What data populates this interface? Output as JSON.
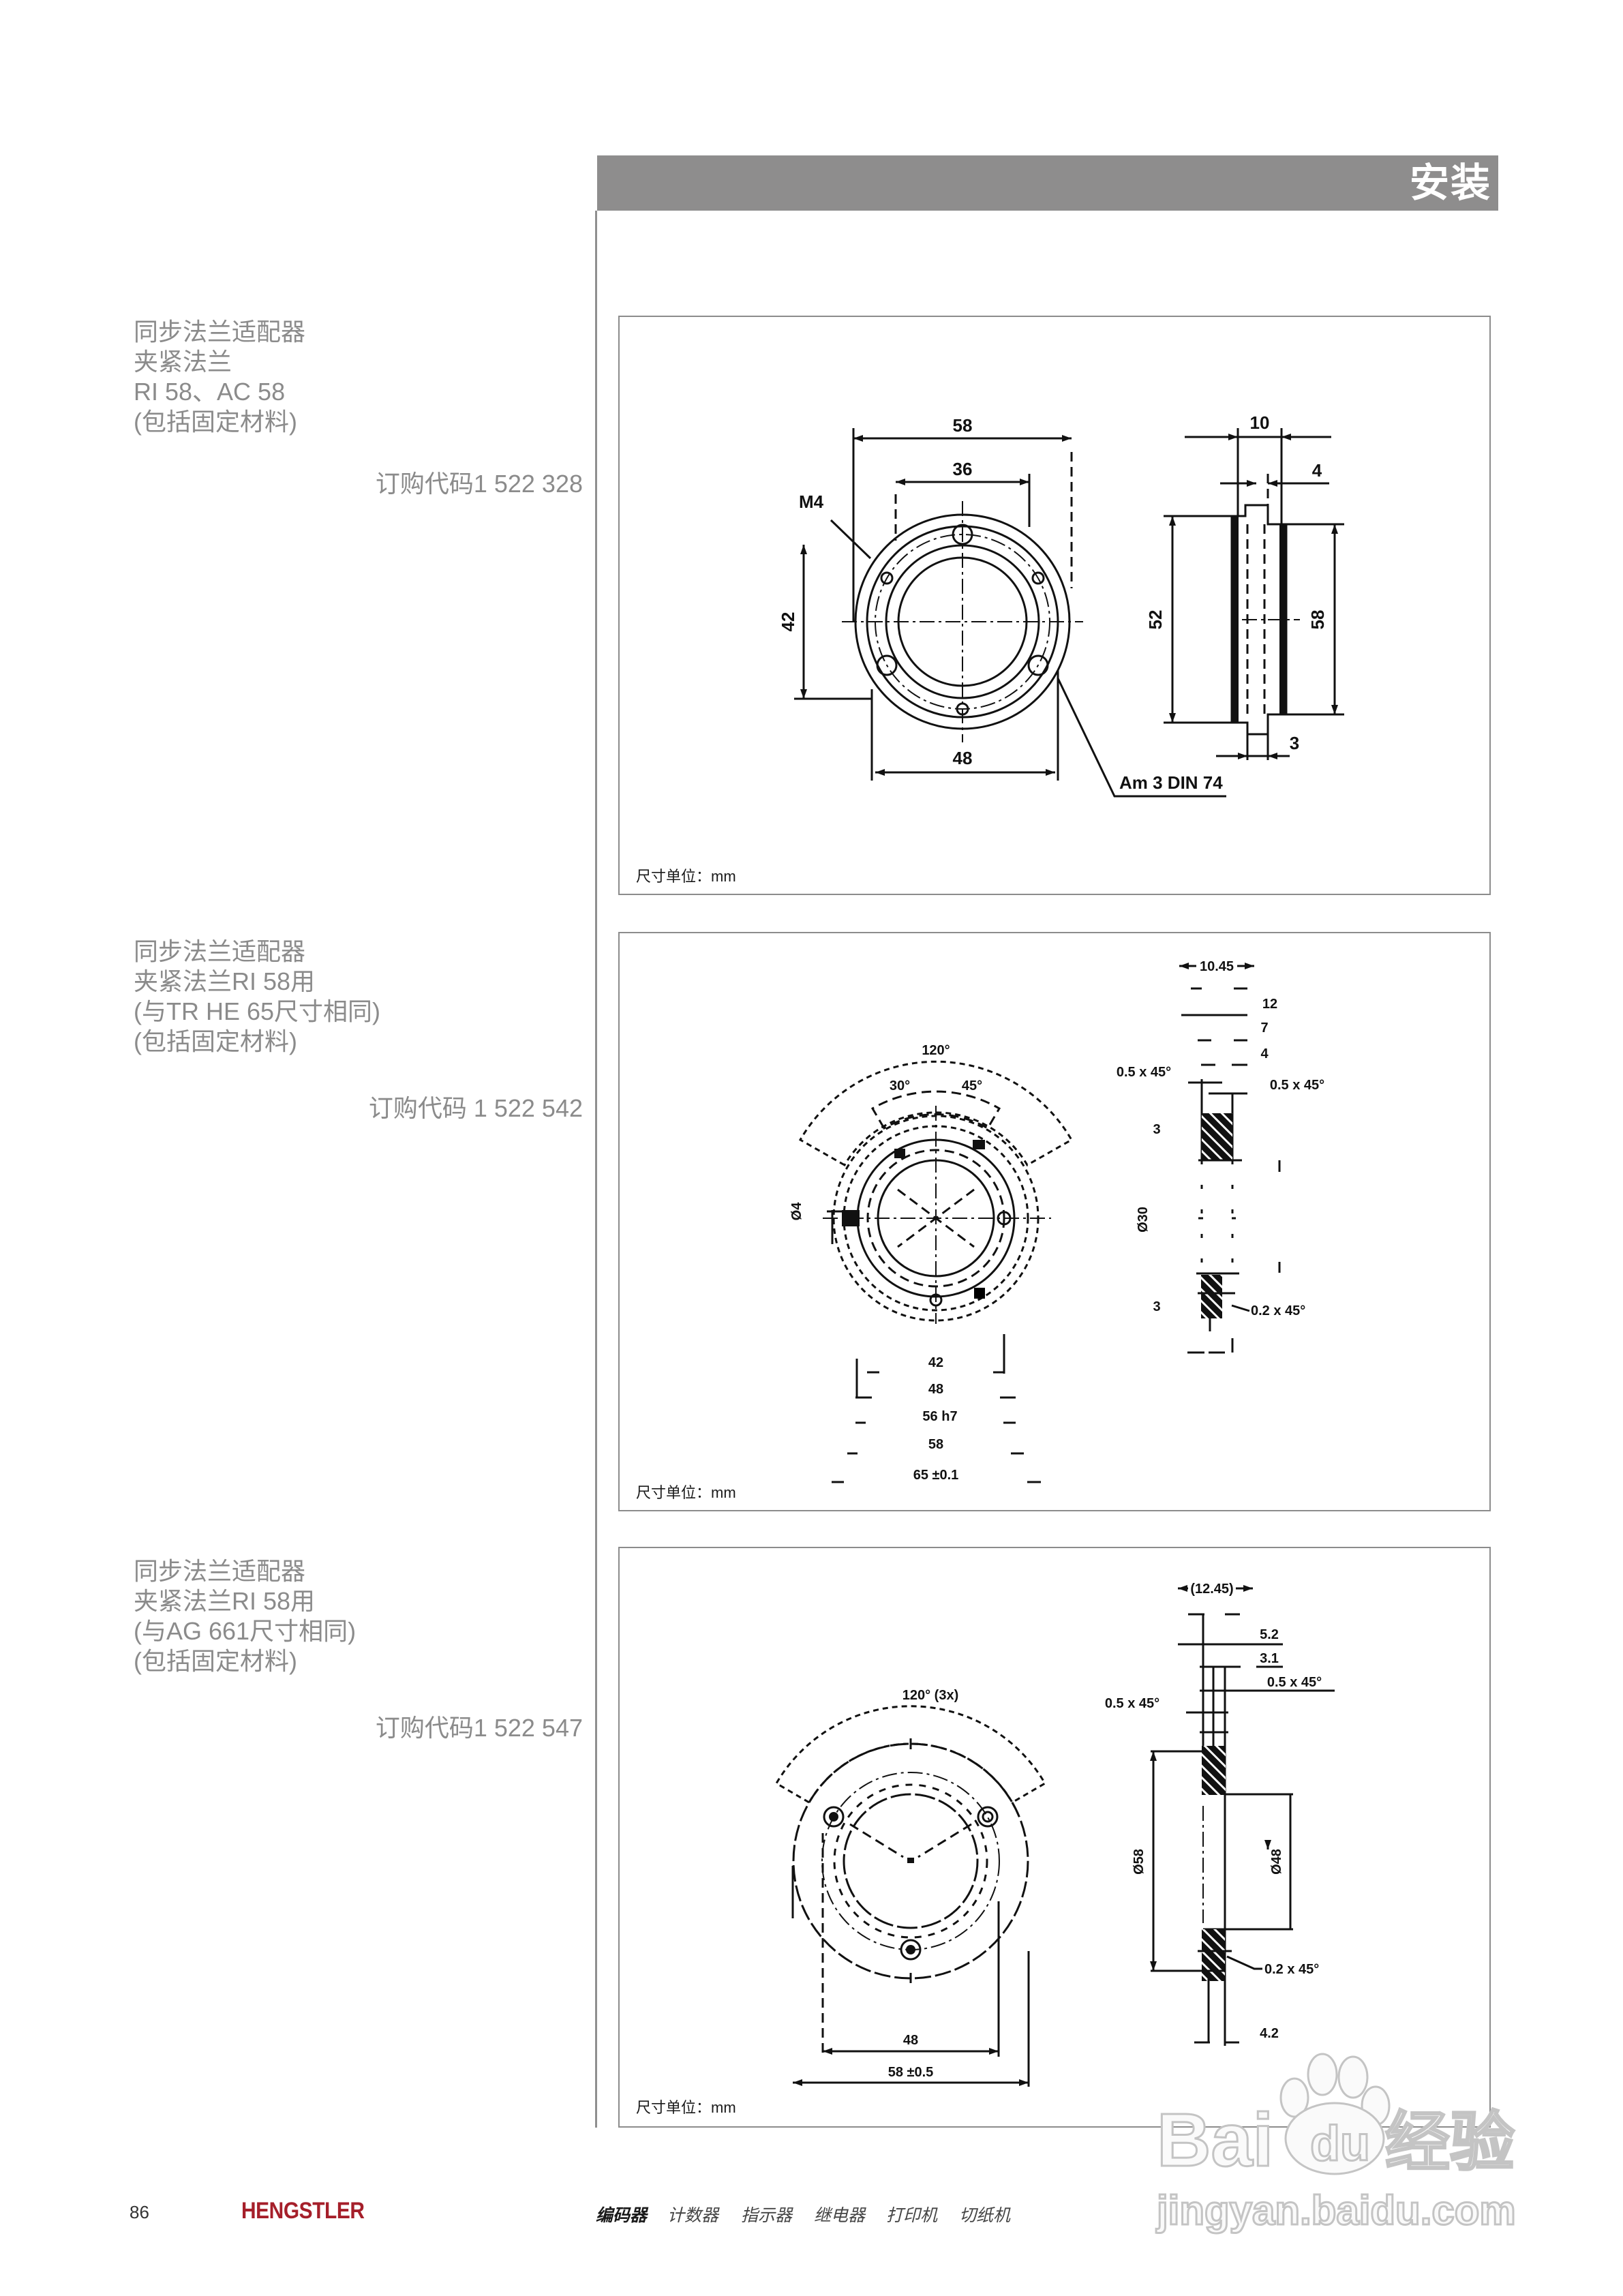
{
  "header": {
    "title": "安装",
    "bar_color": "#8e8d8d"
  },
  "sections": [
    {
      "title": "同步法兰适配器",
      "lines": [
        "夹紧法兰",
        "RI 58、AC 58",
        "(包括固定材料)"
      ],
      "order_code": "订购代码1 522 328",
      "drawing": {
        "unit": "尺寸单位：mm",
        "labels": [
          "58",
          "36",
          "M4",
          "42",
          "48",
          "Am 3 DIN 74",
          "10",
          "4",
          "52",
          "58",
          "3"
        ]
      }
    },
    {
      "title": "同步法兰适配器",
      "lines": [
        "夹紧法兰RI 58用",
        "(与TR HE 65尺寸相同)",
        "(包括固定材料)"
      ],
      "order_code": "订购代码 1 522 542",
      "drawing": {
        "unit": "尺寸单位：mm",
        "labels": [
          "120°",
          "30°",
          "45°",
          "Ø4",
          "42",
          "48",
          "56 h7",
          "58",
          "65 ±0.1",
          "10.45",
          "12",
          "7",
          "4",
          "0.5 x 45°",
          "0.5 x 45°",
          "3",
          "Ø30",
          "0.2 x 45°",
          "3"
        ]
      }
    },
    {
      "title": "同步法兰适配器",
      "lines": [
        "夹紧法兰RI 58用",
        "(与AG 661尺寸相同)",
        "(包括固定材料)"
      ],
      "order_code": "订购代码1 522 547",
      "drawing": {
        "unit": "尺寸单位：mm",
        "labels": [
          "120° (3x)",
          "48",
          "58 ±0.5",
          "(12.45)",
          "5.2",
          "3.1",
          "0.5 x 45°",
          "0.5 x 45°",
          "Ø58",
          "Ø48",
          "0.2 x 45°",
          "4.2"
        ]
      }
    }
  ],
  "footer": {
    "page_number": "86",
    "brand": "HENGSTLER",
    "brand_color": "#a51f2a",
    "nav": [
      "编码器",
      "计数器",
      "指示器",
      "继电器",
      "打印机",
      "切纸机"
    ],
    "active_nav": "编码器"
  },
  "watermark": {
    "logo_left": "Bai",
    "logo_paw": "du",
    "logo_right": "经验",
    "url": "jingyan.baidu.com"
  }
}
